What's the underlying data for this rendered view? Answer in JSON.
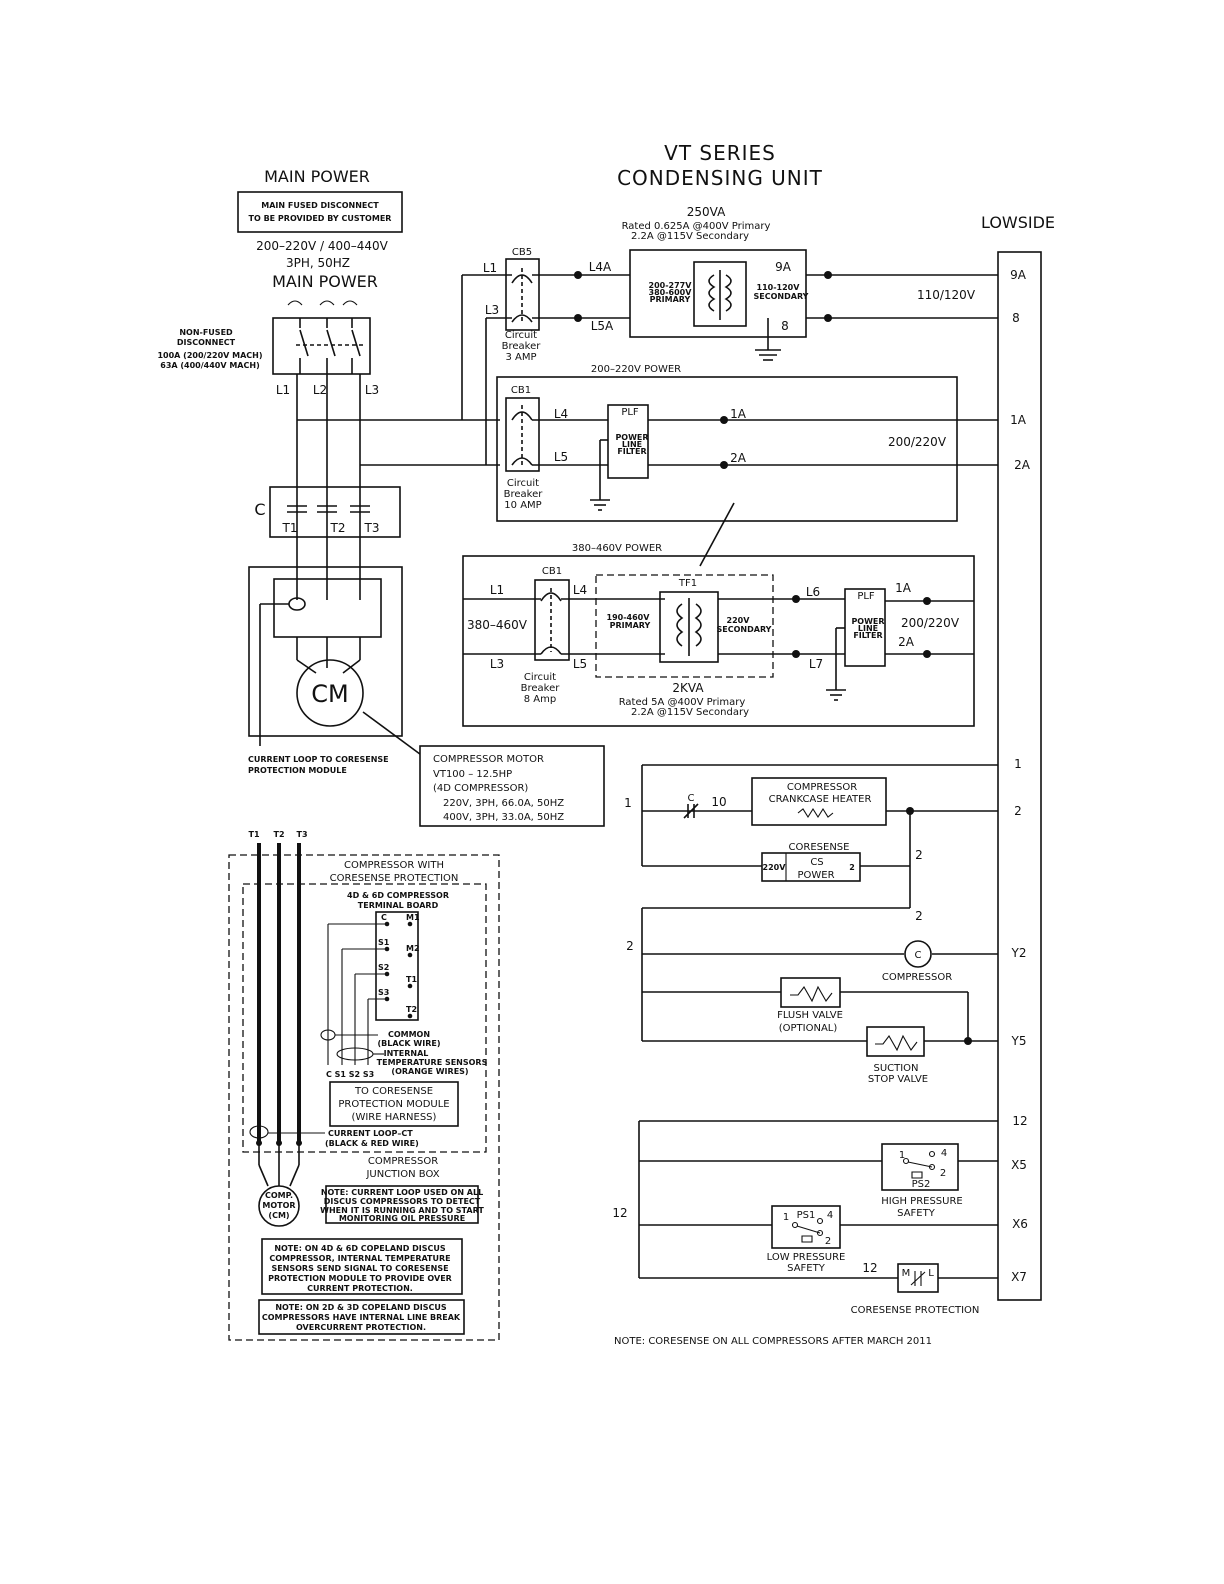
{
  "title": {
    "line1": "VT SERIES",
    "line2": "CONDENSING UNIT"
  },
  "main_power": {
    "heading": "MAIN POWER",
    "fused_disconnect": [
      "MAIN FUSED DISCONNECT",
      "TO BE PROVIDED BY CUSTOMER"
    ],
    "voltage": "200–220V / 400–440V",
    "phase": "3PH, 50HZ",
    "heading2": "MAIN POWER",
    "nonfused": [
      "NON-FUSED",
      "DISCONNECT",
      "100A (200/220V MACH)",
      "63A (400/440V MACH)"
    ],
    "lines": [
      "L1",
      "L2",
      "L3"
    ]
  },
  "contactor": {
    "label": "C",
    "terminals": [
      "T1",
      "T2",
      "T3"
    ]
  },
  "motor": {
    "label": "CM",
    "loop_note": [
      "CURRENT LOOP TO CORESENSE",
      "PROTECTION MODULE"
    ]
  },
  "compressor_motor": {
    "lines": [
      "COMPRESSOR MOTOR",
      "VT100 – 12.5HP",
      "(4D COMPRESSOR)",
      "220V, 3PH, 66.0A, 50HZ",
      "400V, 3PH, 33.0A, 50HZ"
    ]
  },
  "transformer_250": {
    "rating": "250VA",
    "rated": [
      "Rated 0.625A @400V Primary",
      "2.2A @115V Secondary"
    ],
    "cb": "CB5",
    "cb_desc": [
      "Circuit",
      "Breaker",
      "3 AMP"
    ],
    "in_lines": [
      "L1",
      "L3"
    ],
    "out_lines": [
      "L4A",
      "L5A"
    ],
    "primary": [
      "200-277V",
      "380-600V",
      "PRIMARY"
    ],
    "secondary": [
      "110-120V",
      "SECONDARY"
    ],
    "terms": [
      "9A",
      "8"
    ],
    "voltage": "110/120V"
  },
  "power_200": {
    "title": "200–220V POWER",
    "cb": "CB1",
    "cb_desc": [
      "Circuit",
      "Breaker",
      "10 AMP"
    ],
    "lines": [
      "L4",
      "L5"
    ],
    "plf": "PLF",
    "filter": [
      "POWER",
      "LINE",
      "FILTER"
    ],
    "terms": [
      "1A",
      "2A"
    ],
    "voltage": "200/220V"
  },
  "power_380": {
    "title": "380–460V POWER",
    "cb": "CB1",
    "in_lines": [
      "L1",
      "L3"
    ],
    "voltage_in": "380–460V",
    "cb_out": [
      "L4",
      "L5"
    ],
    "cb_desc": [
      "Circuit",
      "Breaker",
      "8 Amp"
    ],
    "tf": "TF1",
    "primary": [
      "190-460V",
      "PRIMARY"
    ],
    "secondary": [
      "220V",
      "SECONDARY"
    ],
    "kva": "2KVA",
    "rated": [
      "Rated 5A @400V Primary",
      "2.2A @115V Secondary"
    ],
    "out_lines": [
      "L6",
      "L7"
    ],
    "plf": "PLF",
    "filter": [
      "POWER",
      "LINE",
      "FILTER"
    ],
    "terms": [
      "1A",
      "2A"
    ],
    "voltage_out": "200/220V"
  },
  "lowside": {
    "title": "LOWSIDE",
    "terminals": [
      "9A",
      "8",
      "1A",
      "2A",
      "1",
      "2",
      "Y2",
      "Y5",
      "12",
      "X5",
      "X6",
      "X7"
    ]
  },
  "control": {
    "wire_labels": [
      "1",
      "10",
      "2",
      "2",
      "2",
      "12",
      "12"
    ],
    "contact_c": "C",
    "crankcase": [
      "COMPRESSOR",
      "CRANKCASE HEATER"
    ],
    "coresense": "CORESENSE",
    "cs_power": [
      "CS",
      "POWER"
    ],
    "cs_220": "220V",
    "cs_2": "2",
    "compressor_coil": "C",
    "compressor": "COMPRESSOR",
    "flush": [
      "FLUSH VALVE",
      "(OPTIONAL)"
    ],
    "suction": [
      "SUCTION",
      "STOP VALVE"
    ],
    "ps2": {
      "label": "PS2",
      "pins": [
        "1",
        "4",
        "2"
      ],
      "name": [
        "HIGH PRESSURE",
        "SAFETY"
      ]
    },
    "ps1": {
      "label": "PS1",
      "pins": [
        "1",
        "4",
        "2"
      ],
      "name": [
        "LOW PRESSURE",
        "SAFETY"
      ]
    },
    "coresense_prot": {
      "m": "M",
      "l": "L",
      "name": "CORESENSE PROTECTION"
    },
    "note": "NOTE:  CORESENSE ON ALL COMPRESSORS AFTER MARCH 2011"
  },
  "junction": {
    "top_terms": [
      "T1",
      "T2",
      "T3"
    ],
    "title": [
      "COMPRESSOR WITH",
      "CORESENSE PROTECTION"
    ],
    "board": [
      "4D & 6D COMPRESSOR",
      "TERMINAL BOARD"
    ],
    "board_left": [
      "C",
      "S1",
      "S2",
      "S3"
    ],
    "board_right": [
      "M1",
      "M2",
      "T1",
      "T2"
    ],
    "common": [
      "COMMON",
      "(BLACK WIRE)"
    ],
    "internal": [
      "INTERNAL",
      "TEMPERATURE SENSORS",
      "(ORANGE WIRES)"
    ],
    "pins": "C  S1 S2 S3",
    "harness": [
      "TO CORESENSE",
      "PROTECTION MODULE",
      "(WIRE HARNESS)"
    ],
    "loop": [
      "CURRENT LOOP–CT",
      "(BLACK & RED WIRE)"
    ],
    "jbox": [
      "COMPRESSOR",
      "JUNCTION BOX"
    ],
    "motor": [
      "COMP.",
      "MOTOR",
      "(CM)"
    ],
    "note1": [
      "NOTE: CURRENT LOOP USED ON ALL",
      "DISCUS COMPRESSORS TO DETECT",
      "WHEN IT IS RUNNING AND TO START",
      "MONITORING OIL PRESSURE"
    ],
    "note2": [
      "NOTE: ON 4D & 6D COPELAND DISCUS",
      "COMPRESSOR, INTERNAL TEMPERATURE",
      "SENSORS SEND SIGNAL TO CORESENSE",
      "PROTECTION MODULE TO PROVIDE OVER",
      "CURRENT PROTECTION."
    ],
    "note3": [
      "NOTE: ON 2D & 3D COPELAND DISCUS",
      "COMPRESSORS HAVE INTERNAL LINE BREAK",
      "OVERCURRENT PROTECTION."
    ]
  }
}
